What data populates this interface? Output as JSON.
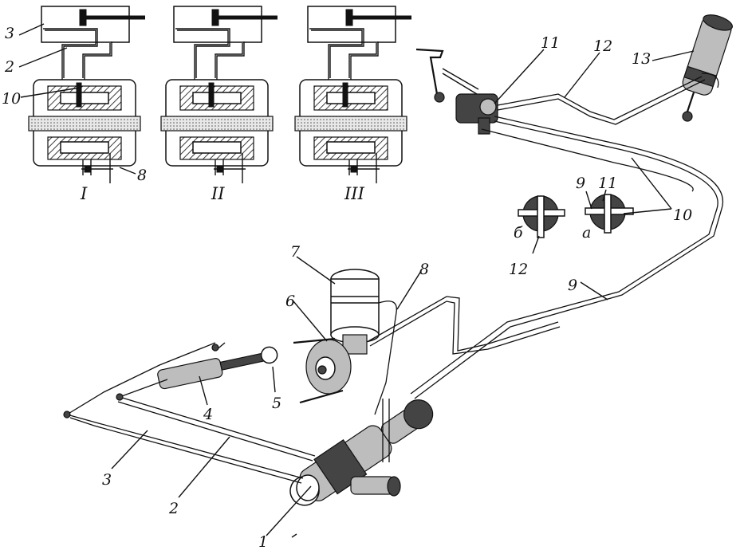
{
  "labels": {
    "l3_top": "3",
    "l2_top": "2",
    "l10_top": "10",
    "l8_top": "8",
    "roman_1": "I",
    "roman_2": "II",
    "roman_3": "III",
    "l11_top": "11",
    "l12_top": "12",
    "l13": "13",
    "l9_small": "9",
    "l11_small": "11",
    "l10_right": "10",
    "l_b": "б",
    "l_a": "а",
    "l12_mid": "12",
    "l9_mid": "9",
    "l7": "7",
    "l6": "6",
    "l8_mid": "8",
    "l4": "4",
    "l5": "5",
    "l3_bottom": "3",
    "l2_bottom": "2",
    "l1": "1"
  }
}
